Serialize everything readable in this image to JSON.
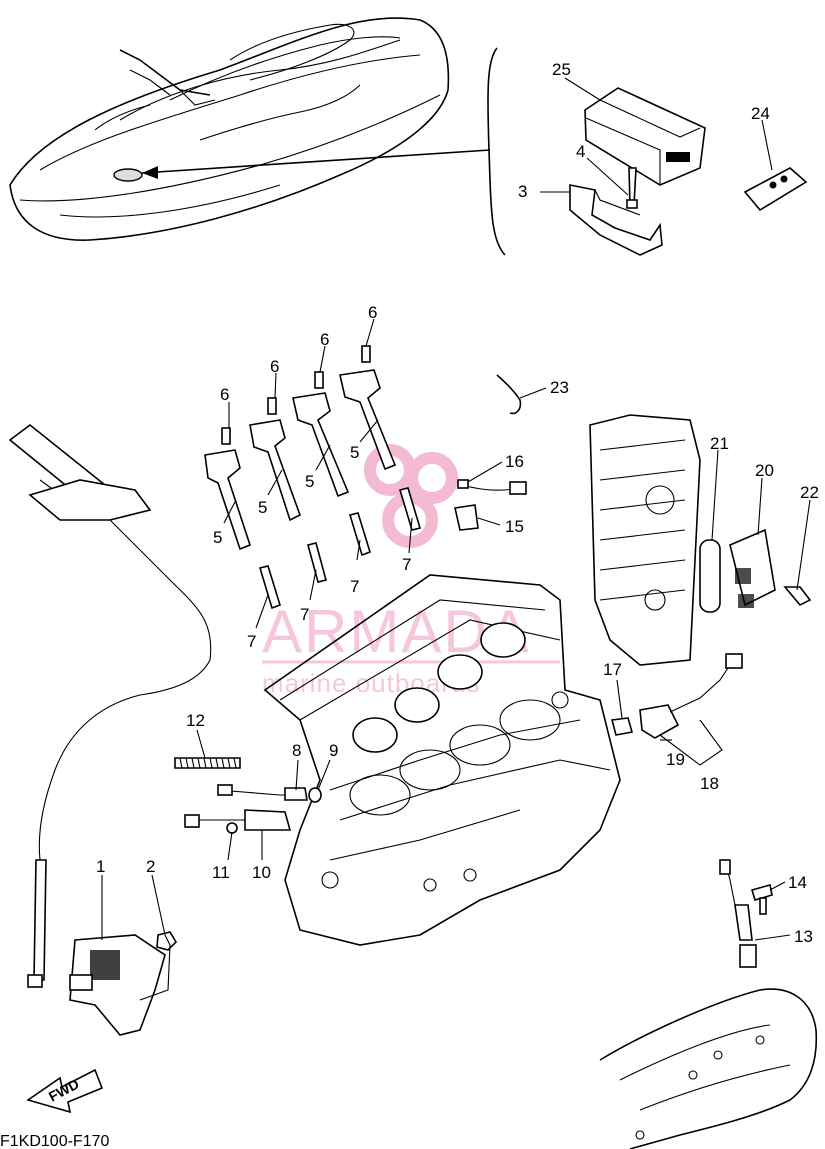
{
  "diagram_code": "F1KD100-F170",
  "fwd_label": "FWD",
  "watermark": {
    "brand": "ARMADA",
    "tagline": "marine outboards",
    "color": "#f6c7dc"
  },
  "callouts": {
    "c1": "1",
    "c2": "2",
    "c3": "3",
    "c4": "4",
    "c5a": "5",
    "c5b": "5",
    "c5c": "5",
    "c5d": "5",
    "c6a": "6",
    "c6b": "6",
    "c6c": "6",
    "c6d": "6",
    "c7a": "7",
    "c7b": "7",
    "c7c": "7",
    "c7d": "7",
    "c8": "8",
    "c9": "9",
    "c10": "10",
    "c11": "11",
    "c12": "12",
    "c13": "13",
    "c14": "14",
    "c15": "15",
    "c16": "16",
    "c17": "17",
    "c18": "18",
    "c19": "19",
    "c20": "20",
    "c21": "21",
    "c22": "22",
    "c23": "23",
    "c24": "24",
    "c25": "25"
  }
}
